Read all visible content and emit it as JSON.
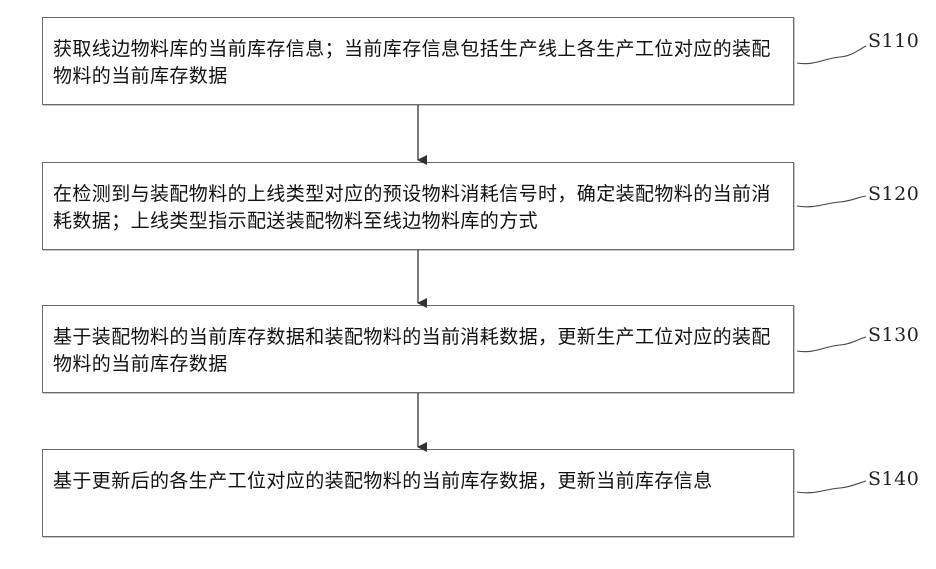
{
  "steps": [
    {
      "id": "S110",
      "text": "获取线边物料库的当前库存信息；当前库存信息包括生产线上各生产工位对应的装配物料的当前库存数据"
    },
    {
      "id": "S120",
      "text": "在检测到与装配物料的上线类型对应的预设物料消耗信号时，确定装配物料的当前消耗数据；上线类型指示配送装配物料至线边物料库的方式"
    },
    {
      "id": "S130",
      "text": "基于装配物料的当前库存数据和装配物料的当前消耗数据，更新生产工位对应的装配物料的当前库存数据"
    },
    {
      "id": "S140",
      "text": "基于更新后的各生产工位对应的装配物料的当前库存数据，更新当前库存信息"
    }
  ],
  "colors": {
    "border": "#6b6b6b",
    "text": "#111111",
    "connector": "#333333"
  }
}
